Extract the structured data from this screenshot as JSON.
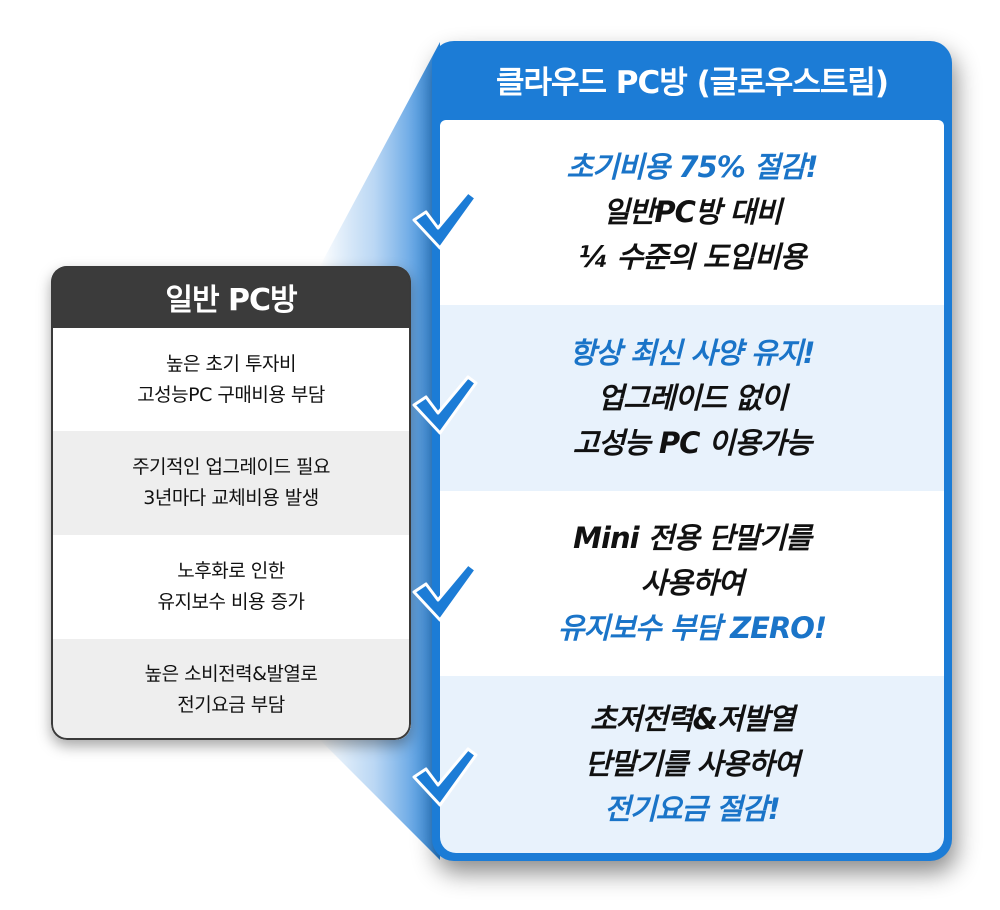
{
  "general_pc_bang": {
    "title": "일반 PC방",
    "rows": [
      {
        "line1": "높은 초기 투자비",
        "line2": "고성능PC 구매비용 부담"
      },
      {
        "line1": "주기적인 업그레이드 필요",
        "line2": "3년마다 교체비용 발생"
      },
      {
        "line1": "노후화로 인한",
        "line2": "유지보수 비용 증가"
      },
      {
        "line1": "높은 소비전력&발열로",
        "line2": "전기요금 부담"
      }
    ]
  },
  "cloud_pc_bang": {
    "title": "클라우드 PC방 (글로우스트림)",
    "rows": [
      {
        "line1": "초기비용 75% 절감!",
        "line2": "일반PC방 대비",
        "line3": "¼ 수준의 도입비용"
      },
      {
        "line1": "항상 최신 사양 유지!",
        "line2": "업그레이드 없이",
        "line3": "고성능 PC 이용가능"
      },
      {
        "line1": "Mini 전용 단말기를",
        "line2": "사용하여",
        "line3": "유지보수 부담 ZERO!"
      },
      {
        "line1": "초저전력&저발열",
        "line2": "단말기를 사용하여",
        "line3": "전기요금 절감!"
      }
    ]
  },
  "colors": {
    "accent_blue": "#1c7cd6",
    "highlight_text": "#1a74c8",
    "dark_header": "#3b3b3b"
  },
  "icons": [
    "checkmark-icon"
  ]
}
